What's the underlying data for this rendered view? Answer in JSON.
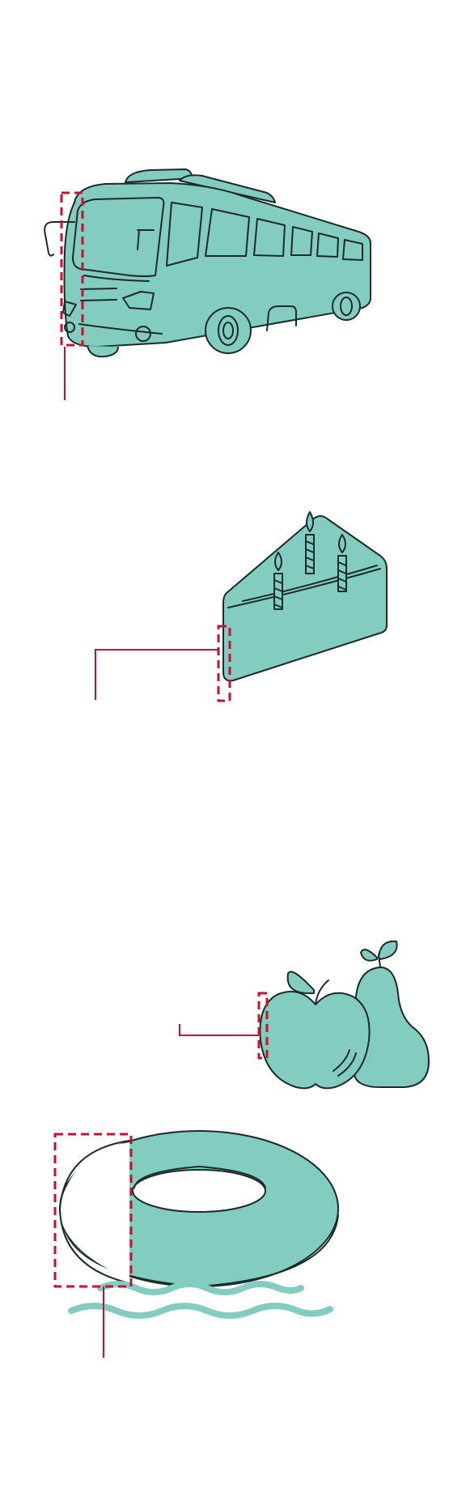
{
  "colors": {
    "fill": "#82cdbf",
    "outline": "#1b2a2a",
    "marker": "#c8102e",
    "background": "#ffffff"
  },
  "illustrations": [
    {
      "name": "bus",
      "icon": "bus-icon"
    },
    {
      "name": "cake-slice",
      "icon": "cake-slice-icon"
    },
    {
      "name": "apple-and-pear",
      "icon": "apple-pear-icon"
    },
    {
      "name": "swim-ring",
      "icon": "swim-ring-icon"
    }
  ]
}
